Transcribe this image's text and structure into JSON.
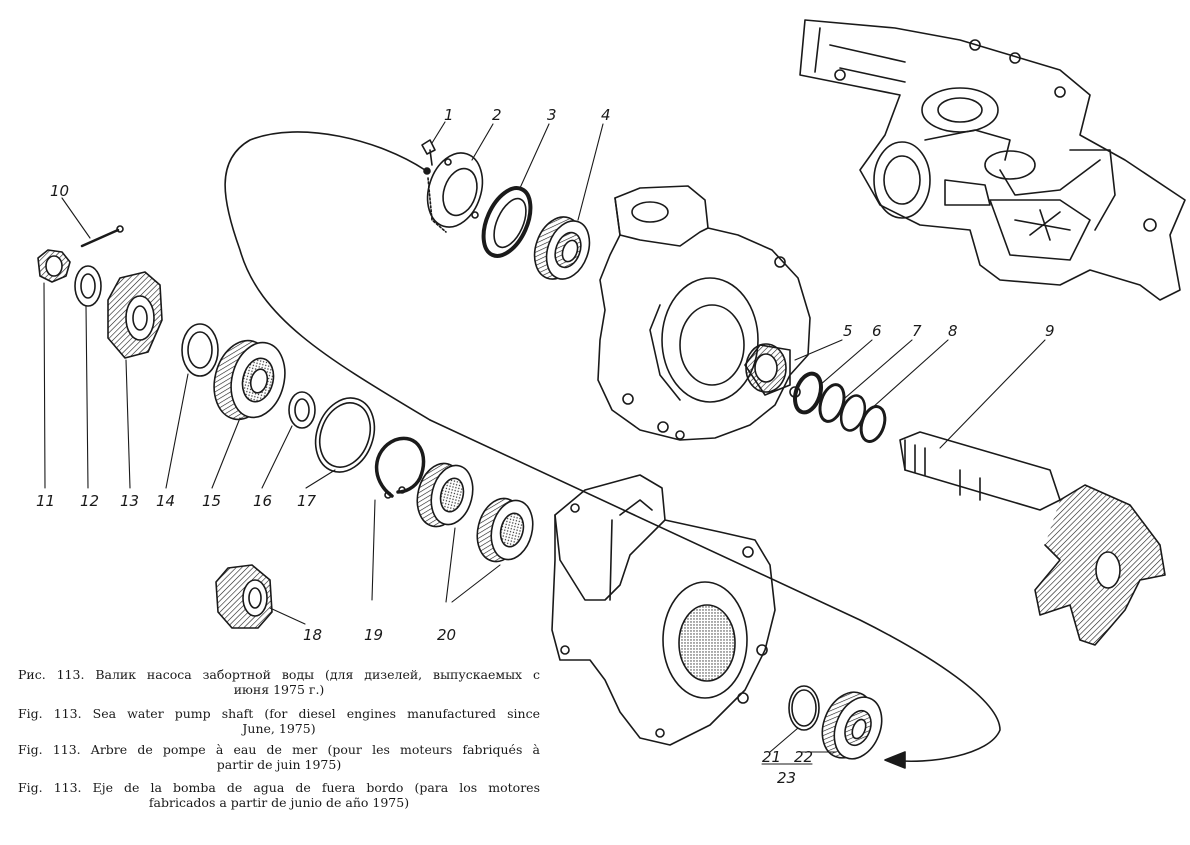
{
  "callouts": {
    "c1": "1",
    "c2": "2",
    "c3": "3",
    "c4": "4",
    "c5": "5",
    "c6": "6",
    "c7": "7",
    "c8": "8",
    "c9": "9",
    "c10": "10",
    "c11": "11",
    "c12": "12",
    "c13": "13",
    "c14": "14",
    "c15": "15",
    "c16": "16",
    "c17": "17",
    "c18": "18",
    "c19": "19",
    "c20": "20",
    "c21": "21",
    "c22": "22",
    "c23": "23"
  },
  "captions": {
    "ru": {
      "line1": "Рис. 113. Валик насоса забортной воды (для дизелей, выпускаемых с",
      "line2": "июня 1975 г.)"
    },
    "en": {
      "line1": "Fig. 113. Sea water pump shaft (for diesel engines manufactured since",
      "line2": "June, 1975)"
    },
    "fr": {
      "line1": "Fig. 113. Arbre de pompe à eau de mer (pour les moteurs fabriqués à",
      "line2": "partir de juin 1975)"
    },
    "es": {
      "line1": "Fig. 113. Eje de la bomba de agua de fuera bordo (para los motores",
      "line2": "fabricados a partir de junio de año 1975)"
    }
  },
  "colors": {
    "ink": "#1a1a1a",
    "paper": "#ffffff",
    "shade": "#555555"
  }
}
